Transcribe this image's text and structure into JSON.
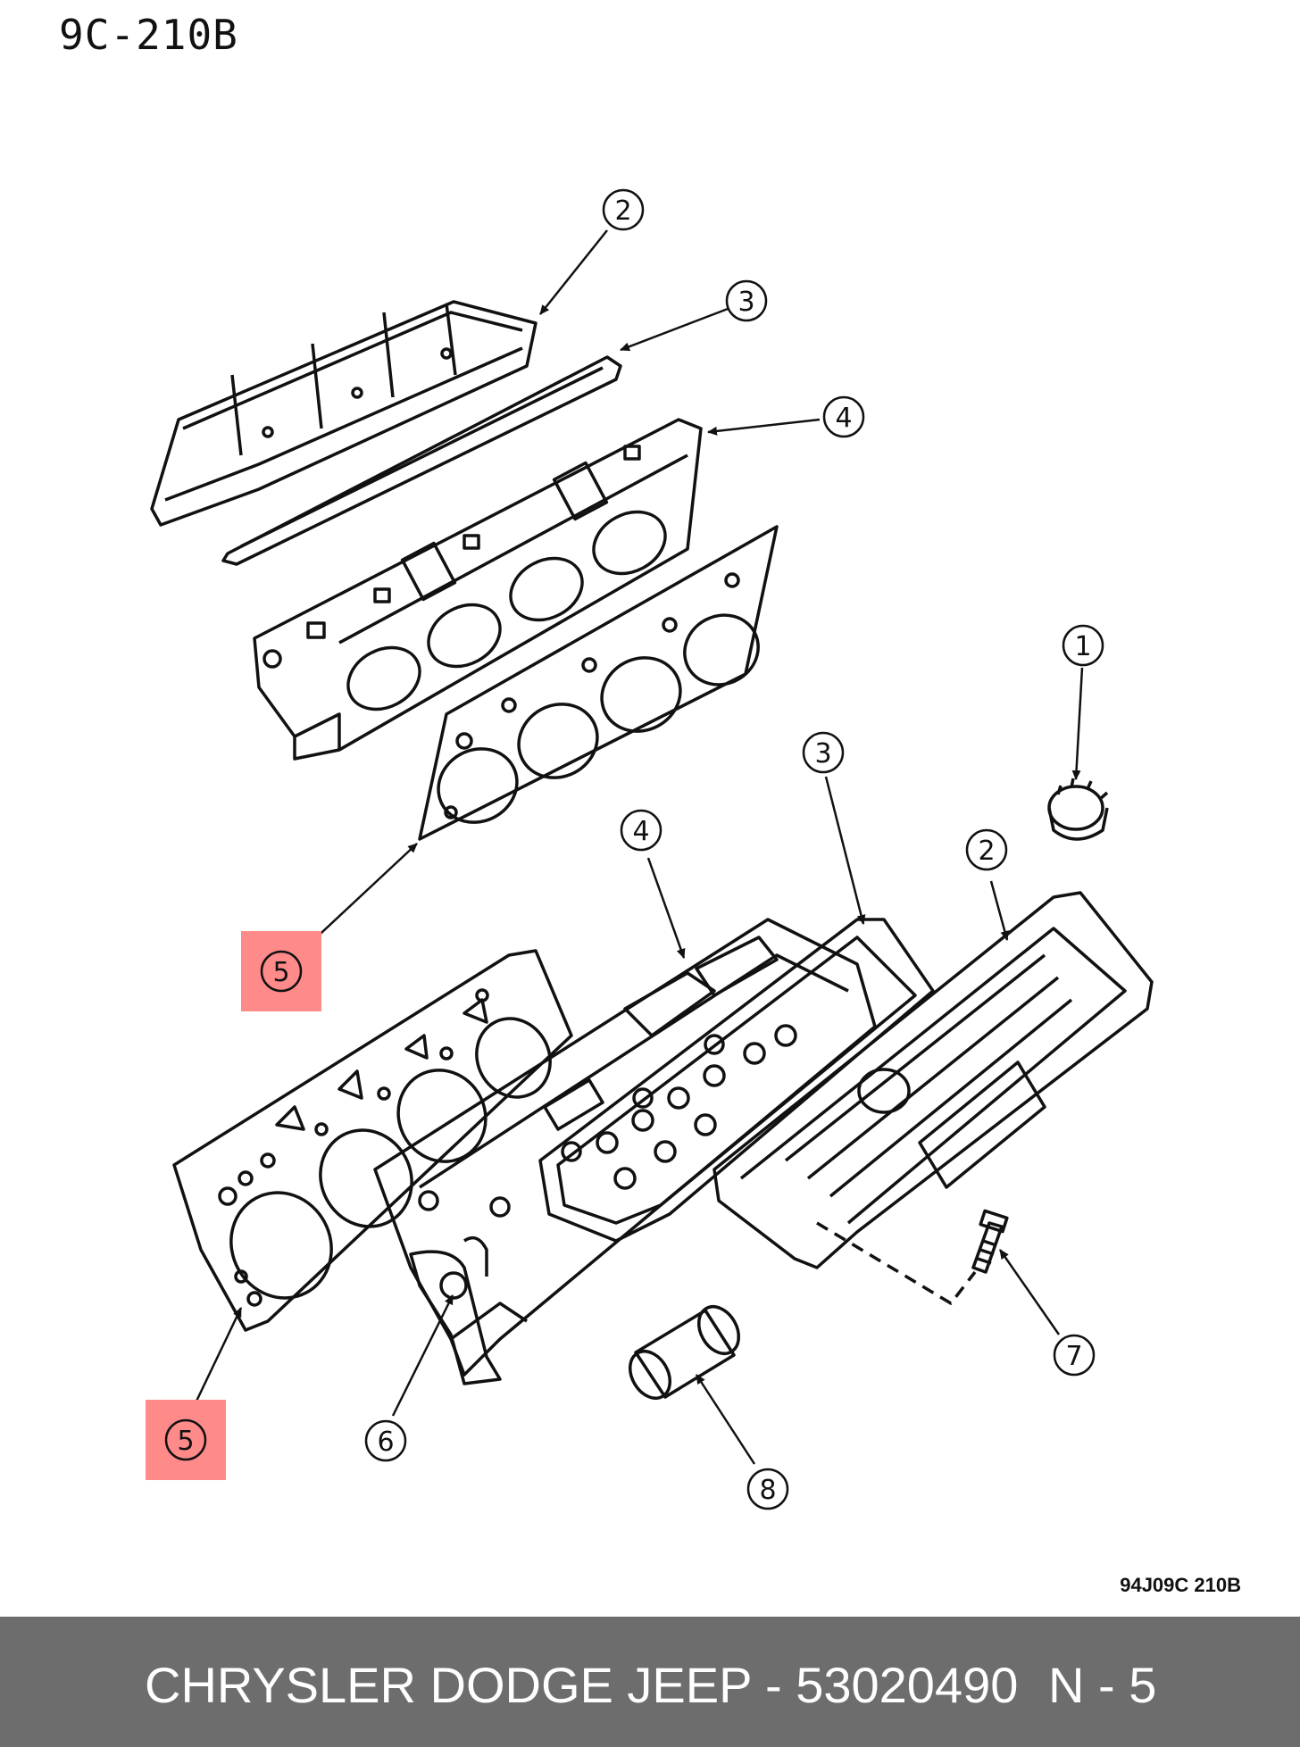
{
  "header": {
    "diagram_code": "9C-210B"
  },
  "figure": {
    "code": "94J09C  210B"
  },
  "callouts": [
    {
      "id": "callout-1-right",
      "label": "1",
      "highlight": false
    },
    {
      "id": "callout-2-top",
      "label": "2",
      "highlight": false
    },
    {
      "id": "callout-3-top",
      "label": "3",
      "highlight": false
    },
    {
      "id": "callout-4-top",
      "label": "4",
      "highlight": false
    },
    {
      "id": "callout-5-upper",
      "label": "5",
      "highlight": true
    },
    {
      "id": "callout-4-bottom",
      "label": "4",
      "highlight": false
    },
    {
      "id": "callout-3-bottom",
      "label": "3",
      "highlight": false
    },
    {
      "id": "callout-2-bottom",
      "label": "2",
      "highlight": false
    },
    {
      "id": "callout-5-lower",
      "label": "5",
      "highlight": true
    },
    {
      "id": "callout-6",
      "label": "6",
      "highlight": false
    },
    {
      "id": "callout-7",
      "label": "7",
      "highlight": false
    },
    {
      "id": "callout-8",
      "label": "8",
      "highlight": false
    }
  ],
  "colors": {
    "highlight": "#ff8a8a",
    "line": "#111111",
    "footer_bg": "#6d6d6d",
    "footer_text": "#ffffff"
  },
  "footer": {
    "brand_part": "CHRYSLER DODGE JEEP - 53020490",
    "position": "N - 5"
  }
}
